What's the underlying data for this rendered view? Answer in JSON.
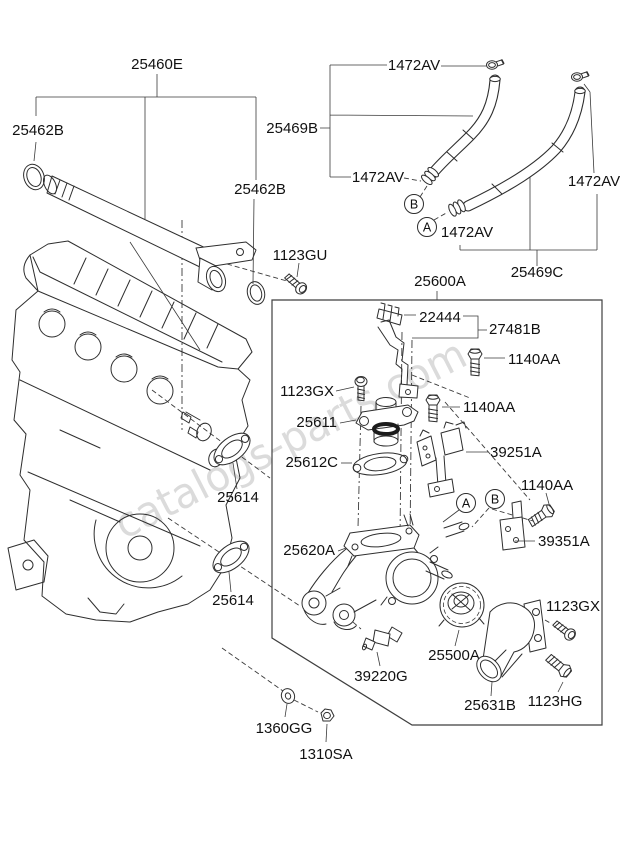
{
  "watermark": "catalogs-parts.com",
  "colors": {
    "line": "#2e2e2e",
    "label_text": "#111111",
    "watermark": "#c8c8c8",
    "background": "#ffffff",
    "box_border": "#3f3f3f"
  },
  "callouts": {
    "a": "A",
    "b": "B"
  },
  "labels": {
    "pipe_assembly": "25460E",
    "pipe_oring": "25462B",
    "hose_upper": "25469B",
    "hose_lower": "25469C",
    "hose_clamp": "1472AV",
    "pipe_bolt": "1123GU",
    "fitting_assembly": "25600A",
    "wire_clip": "22444",
    "wire_bracket": "27481B",
    "bracket_bolt": "1140AA",
    "outlet_bolt": "1123GX",
    "water_outlet": "25611",
    "outlet_gasket": "25612C",
    "support_bracket": "39251A",
    "engine_gasket": "25614",
    "coolant_inlet": "25620A",
    "sensor_bracket": "39351A",
    "thermostat": "25500A",
    "temp_sensor": "39220G",
    "inlet_fitting": "25631B",
    "fitting_bolt": "1123HG",
    "washer": "1360GG",
    "nut": "1310SA"
  }
}
